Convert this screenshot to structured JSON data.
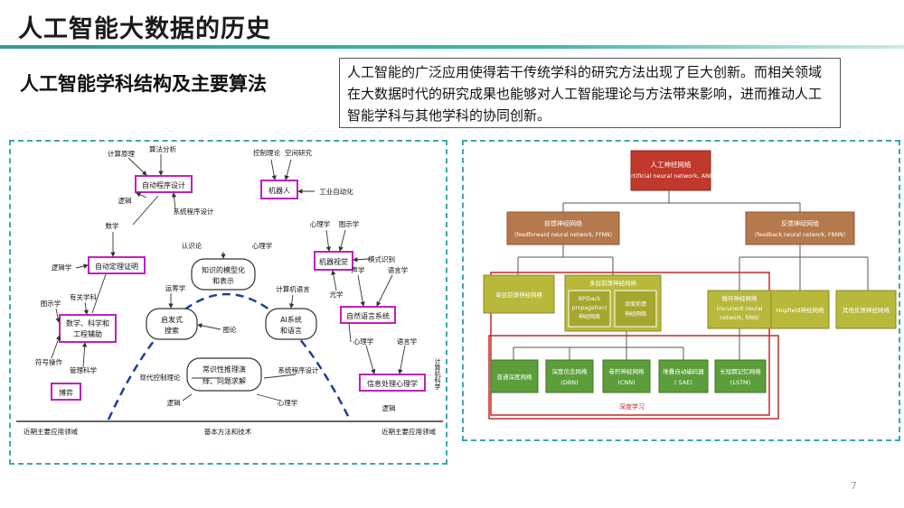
{
  "page": {
    "title": "人工智能大数据的历史",
    "subtitle": "人工智能学科结构及主要算法",
    "description": "人工智能的广泛应用使得若干传统学科的研究方法出现了巨大创新。而相关领域在大数据时代的研究成果也能够对人工智能理论与方法带来影响，进而推动人工智能学科与其他学科的协同创新。",
    "page_number": "7"
  },
  "left_diagram": {
    "applications": {
      "auto_programming": "自动程序设计",
      "robot": "机器人",
      "theorem_proving": "自动定理证明",
      "machine_vision": "机器视觉",
      "math_science": [
        "数学、科学和",
        "工程辅助"
      ],
      "nlp": "自然语言系统",
      "game": "博弈",
      "info_psychology": "信息处理心理学"
    },
    "core": {
      "knowledge_model": [
        "知识的模型化",
        "和表示"
      ],
      "heuristic_search": [
        "启发式",
        "搜索"
      ],
      "ai_system": [
        "AI系统",
        "和语言"
      ],
      "common_sense": [
        "常识性推理演",
        "绎、问题求解"
      ]
    },
    "labels": {
      "computation_theory": "计算原理",
      "algorithm_analysis": "算法分析",
      "logic_top": "逻辑",
      "math_top": "数学",
      "system_programming": "系统程序设计",
      "control_theory": "控制理论",
      "space_research": "空间研究",
      "industrial_automation": "工业自动化",
      "logic_left": "逻辑学",
      "cognition": "认识论",
      "psychology_top": "心理学",
      "psychology_right": "心理学",
      "graphics_right": "图示学",
      "pattern_recognition": "模式识别",
      "optics": "光学",
      "computer_language": "计算机语言",
      "related_subjects": "有关学科",
      "graphics_left": "图示学",
      "operations_research": "运筹学",
      "graph_theory": "图论",
      "acoustics": "声学",
      "linguistics_top": "语言学",
      "symbol_operation": "符号操作",
      "management": "管理科学",
      "modern_control": "现代控制理论",
      "system_programming_2": "系统程序设计",
      "psychology_low": "心理学",
      "linguistics_low": "语言学",
      "logic_bottom": "逻辑",
      "psychology_bottom": "心理学",
      "logic_far_right": "逻辑",
      "ai_side": "计算机科学"
    },
    "axis": {
      "left": "近期主要应用领域",
      "center": "基本方法和技术",
      "right": "近期主要应用领域"
    }
  },
  "right_diagram": {
    "root": [
      "人工神经网络",
      "(artificial neural network, ANN)"
    ],
    "ffnn": [
      "前馈神经网络",
      "(feedforward neural network, FFNN)"
    ],
    "fbnn": [
      "反馈神经网络",
      "(feedback neural network, FBNN)"
    ],
    "single_layer": "单层前馈神经网络",
    "multi_layer": "多层前馈神经网络",
    "bp": [
      "BP(back",
      "propagation)",
      "神经网络"
    ],
    "deep_ffnn": [
      "深度前馈",
      "神经网络"
    ],
    "rnn": [
      "循环神经网络",
      "(recurrent neural",
      "network, RNN)"
    ],
    "hopfield": "Hopfield神经网络",
    "other_fb": "其他反馈神经网络",
    "ordinary_deep": "普通深度网络",
    "dbn": [
      "深度信念网络",
      "(DBN)"
    ],
    "cnn": [
      "卷积神经网络",
      "(CNN)"
    ],
    "sae": [
      "堆叠自动编码器",
      "( SAE)"
    ],
    "lstm": [
      "长短期记忆网络",
      "(LSTM)"
    ],
    "deep_learning": "深度学习"
  }
}
